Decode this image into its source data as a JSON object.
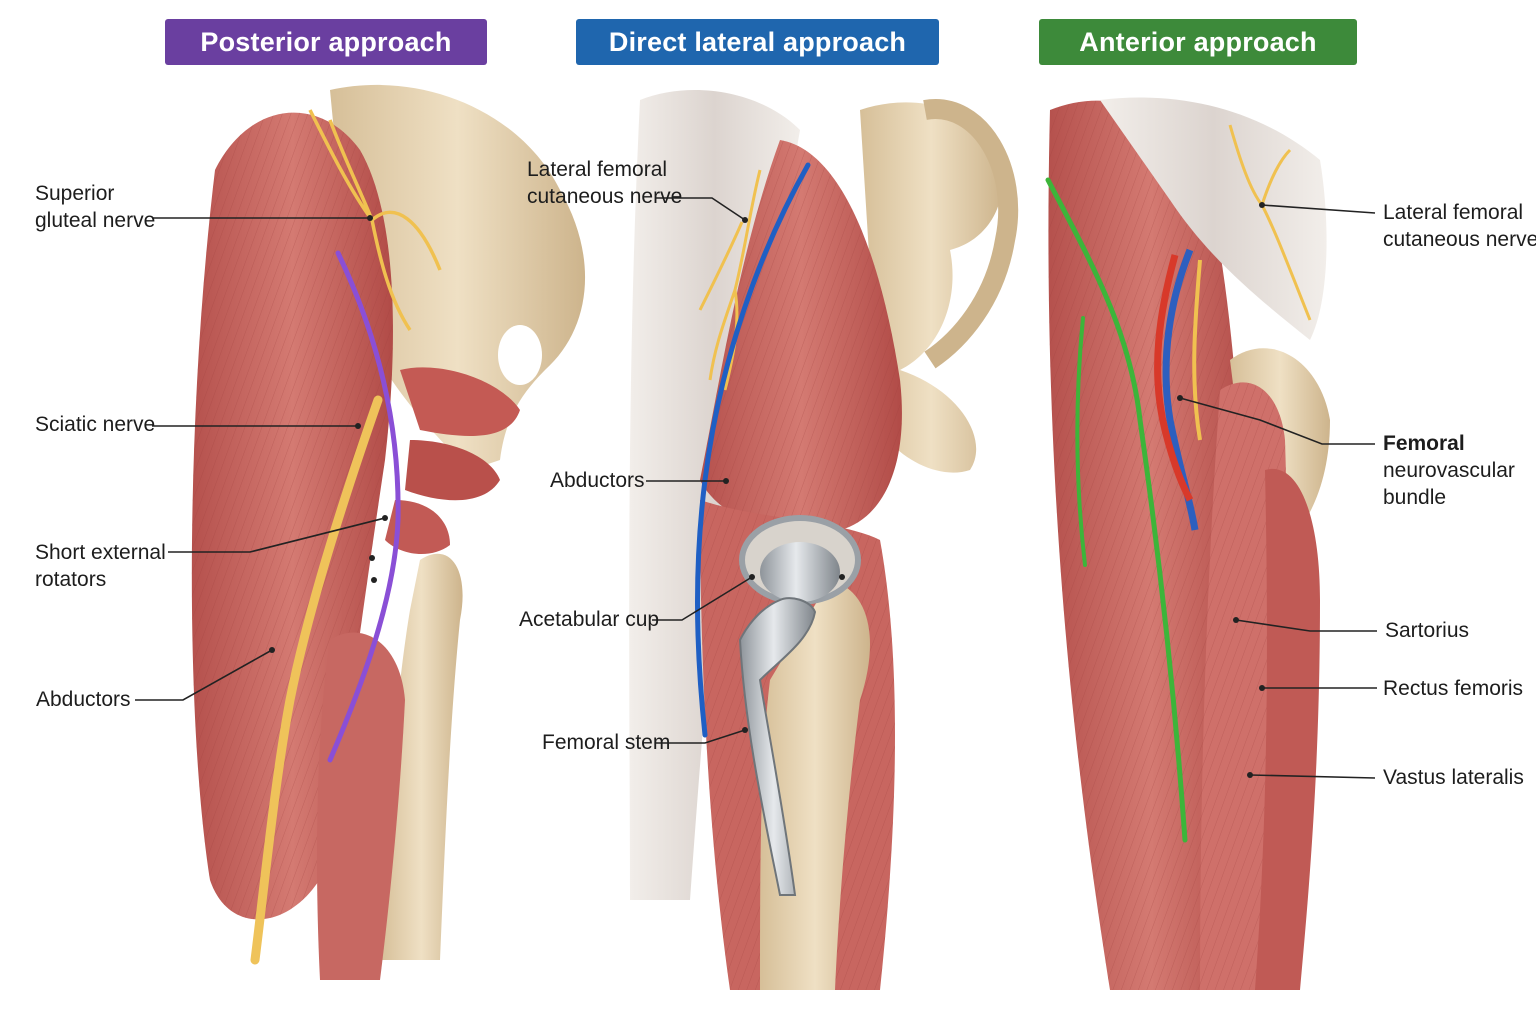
{
  "panels": [
    {
      "title": "Posterior approach",
      "color": "#6a3fa0",
      "incision_color": "#8a4fd6"
    },
    {
      "title": "Direct lateral approach",
      "color": "#1f66ae",
      "incision_color": "#1f5fc4"
    },
    {
      "title": "Anterior approach",
      "color": "#3d8a3a",
      "incision_color": "#3db53a"
    }
  ],
  "labels": {
    "posterior": {
      "superior_gluteal_nerve": [
        "Superior",
        "gluteal nerve"
      ],
      "sciatic_nerve": "Sciatic nerve",
      "short_external_rotators": [
        "Short external",
        "rotators"
      ],
      "abductors": "Abductors"
    },
    "lateral": {
      "lateral_femoral_cutaneous_nerve": [
        "Lateral femoral",
        "cutaneous nerve"
      ],
      "abductors": "Abductors",
      "acetabular_cup": "Acetabular cup",
      "femoral_stem": "Femoral stem"
    },
    "anterior": {
      "lateral_femoral_cutaneous_nerve": [
        "Lateral femoral",
        "cutaneous nerve"
      ],
      "femoral_neurovascular_bundle": [
        "Femoral",
        "neurovascular",
        "bundle"
      ],
      "sartorius": "Sartorius",
      "rectus_femoris": "Rectus femoris",
      "vastus_lateralis": "Vastus lateralis"
    }
  },
  "colors": {
    "muscle": "#c9605a",
    "muscle_dark": "#a8423f",
    "bone": "#e3cfae",
    "fascia": "#ece7e2",
    "nerve": "#f0c150",
    "artery": "#d8392a",
    "vein": "#2d5fbf",
    "implant": "#b9bec4"
  }
}
